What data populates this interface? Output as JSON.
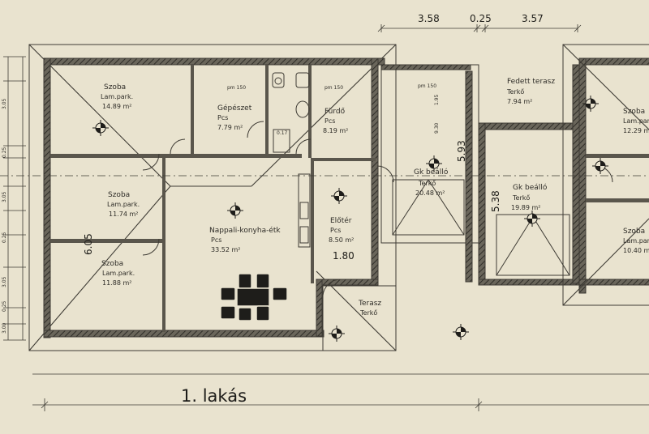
{
  "title": "1. lakás",
  "top_dimensions": [
    "3.58",
    "0.25",
    "3.57"
  ],
  "inner_dimensions": {
    "d_180": "1.80",
    "d_593": "5.93",
    "d_538": "5.38",
    "d_605": "6.05",
    "d_930": "9.30",
    "d_195": "1.95"
  },
  "rooms": [
    {
      "name": "Szoba",
      "floor": "Lam.park.",
      "area": "14.89 m²"
    },
    {
      "name": "Gépészet",
      "floor": "Pcs",
      "area": "7.79 m²"
    },
    {
      "name": "Fürdő",
      "floor": "Pcs",
      "area": "8.19 m²"
    },
    {
      "name": "Szoba",
      "floor": "Lam.park.",
      "area": "11.74 m²"
    },
    {
      "name": "Nappali-konyha-étk",
      "floor": "Pcs",
      "area": "33.52 m²"
    },
    {
      "name": "Előtér",
      "floor": "Pcs",
      "area": "8.50 m²"
    },
    {
      "name": "Szoba",
      "floor": "Lam.park.",
      "area": "11.88 m²"
    },
    {
      "name": "Terasz",
      "floor": "Terkő",
      "area": ""
    },
    {
      "name": "Gk beálló",
      "floor": "Terkő",
      "area": "20.48 m²"
    },
    {
      "name": "Fedett terasz",
      "floor": "Terkő",
      "area": "7.94 m²"
    },
    {
      "name": "Gk beálló",
      "floor": "Terkő",
      "area": "19.89 m²"
    },
    {
      "name": "Szoba",
      "floor": "Lam.park.",
      "area": "12.29 m²"
    },
    {
      "name": "Szoba",
      "floor": "Lam.park.",
      "area": "10.40 m²"
    }
  ],
  "small_labels": {
    "wc": "0.17",
    "pm": "pm 150"
  },
  "left_dims": [
    "3.05",
    "0.25",
    "3.05",
    "0.25",
    "3.05",
    "0.25",
    "3.00"
  ]
}
